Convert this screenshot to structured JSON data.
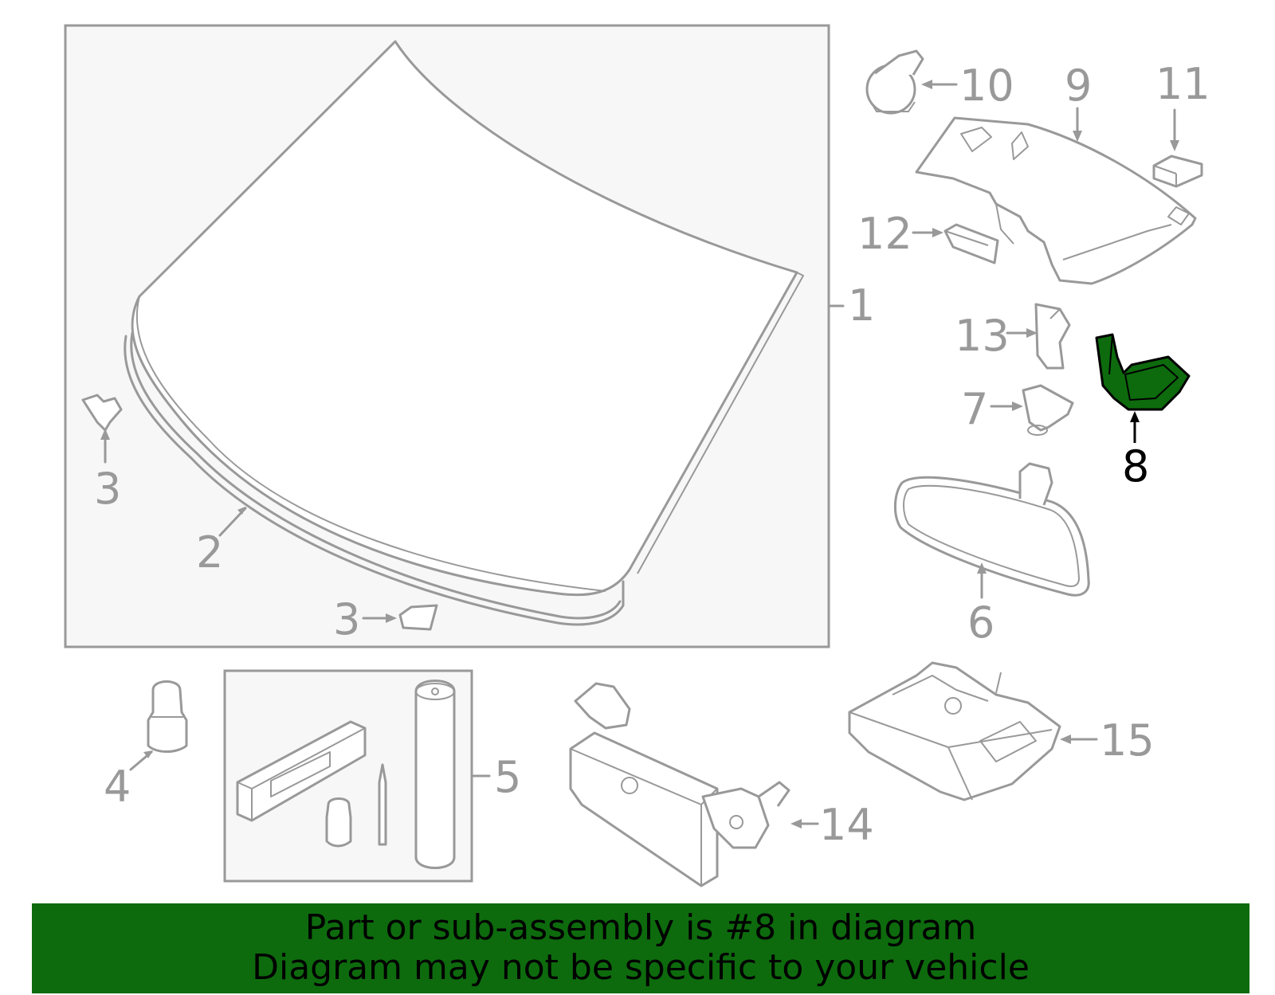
{
  "callouts": {
    "c1": "1",
    "c2": "2",
    "c3a": "3",
    "c3b": "3",
    "c4": "4",
    "c5": "5",
    "c6": "6",
    "c7": "7",
    "c8": "8",
    "c9": "9",
    "c10": "10",
    "c11": "11",
    "c12": "12",
    "c13": "13",
    "c14": "14",
    "c15": "15"
  },
  "highlight": {
    "part_number": "8",
    "color": "#0d6b0d"
  },
  "banner": {
    "line1": "Part or sub-assembly is #8 in diagram",
    "line2": "Diagram may not be specific to your vehicle",
    "background": "#0d6b0d"
  }
}
